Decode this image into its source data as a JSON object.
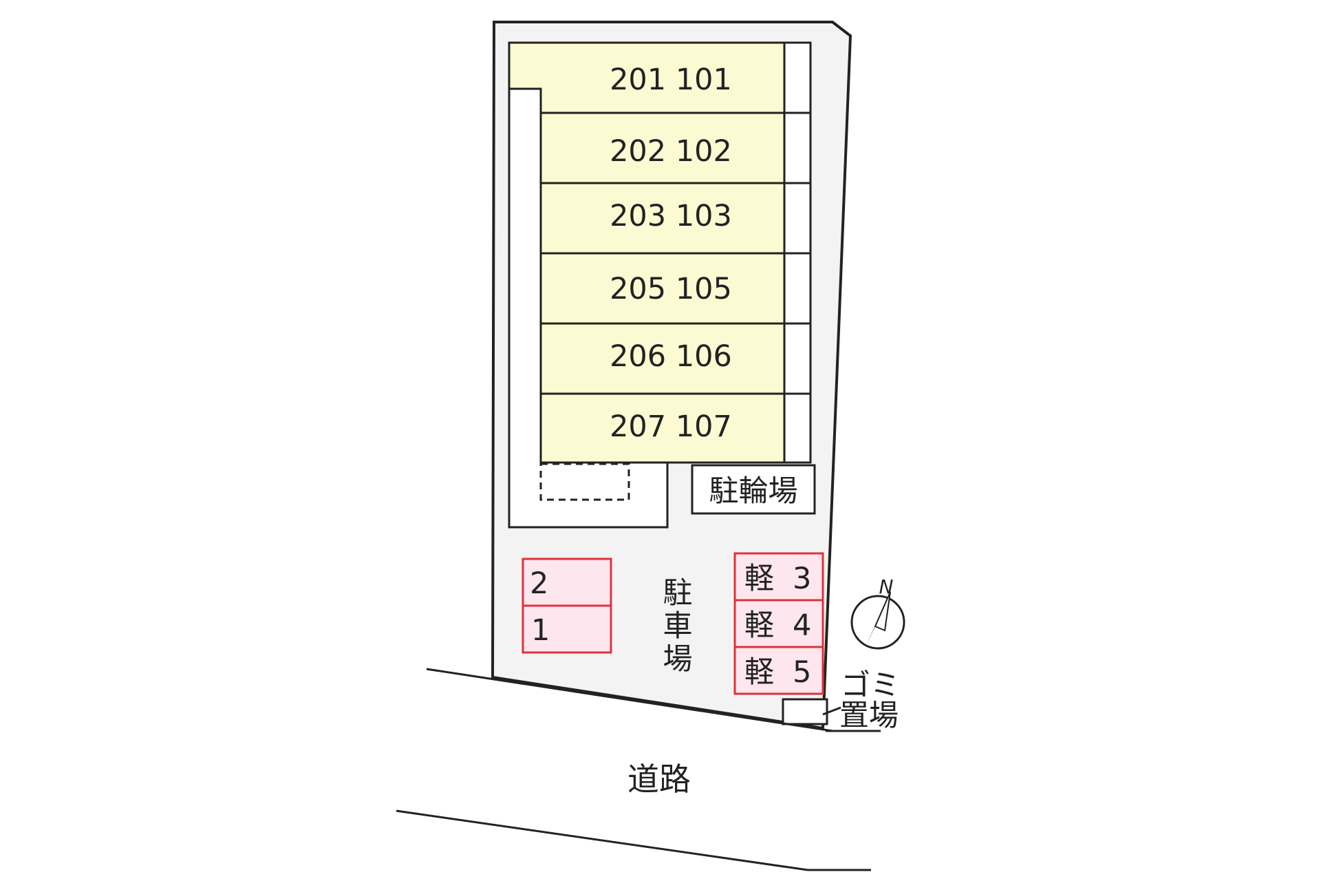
{
  "units": [
    {
      "upper": "201",
      "lower": "101"
    },
    {
      "upper": "202",
      "lower": "102"
    },
    {
      "upper": "203",
      "lower": "103"
    },
    {
      "upper": "205",
      "lower": "105"
    },
    {
      "upper": "206",
      "lower": "106"
    },
    {
      "upper": "207",
      "lower": "107"
    }
  ],
  "bicycle_parking": "駐輪場",
  "parking_label": [
    "駐",
    "車",
    "場"
  ],
  "regular_spaces": [
    "2",
    "1"
  ],
  "kei_spaces": [
    {
      "prefix": "軽",
      "number": "3"
    },
    {
      "prefix": "軽",
      "number": "4"
    },
    {
      "prefix": "軽",
      "number": "5"
    }
  ],
  "garbage_area": [
    "ゴミ",
    "置場"
  ],
  "road_label": "道路",
  "compass_label": "N",
  "colors": {
    "building_fill": "#fbfad2",
    "lot_fill": "#f3f3f3",
    "space_fill": "#fde6ee",
    "space_border": "#e0303c",
    "line": "#222222"
  }
}
